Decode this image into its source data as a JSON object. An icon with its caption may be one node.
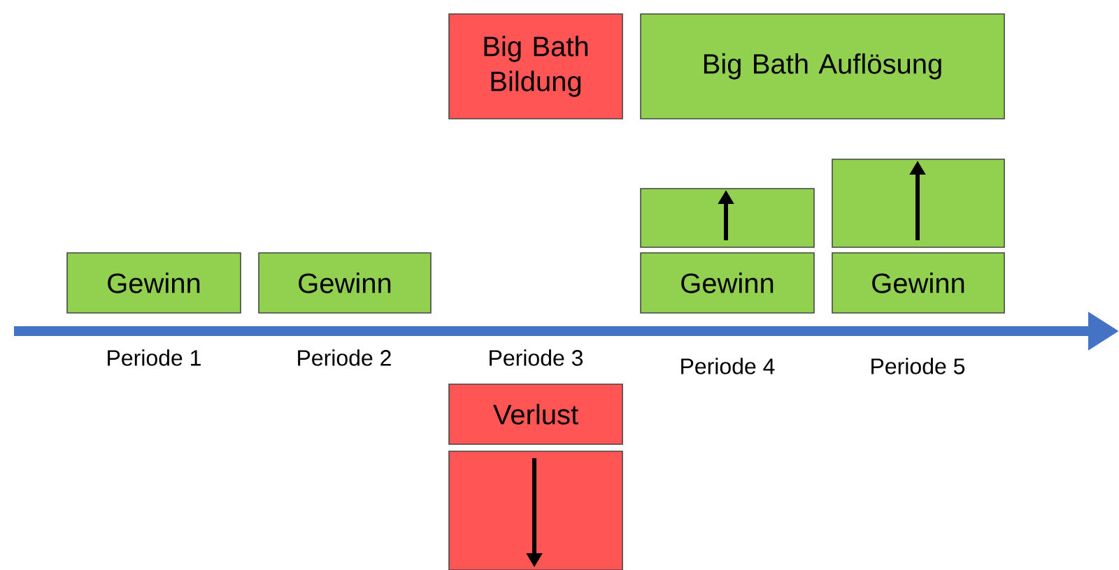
{
  "diagram": {
    "nodes": [
      {
        "text": [
          "Big Bath Bildung"
        ]
      },
      {
        "text": [
          "Big Bath Auflösung"
        ]
      },
      {
        "text": [
          "Gewinn"
        ]
      },
      {
        "text": [
          "Gewinn"
        ]
      },
      {
        "text": [],
        "shape": "box"
      },
      {
        "text": [
          "Gewinn"
        ]
      },
      {
        "text": [],
        "shape": "box"
      },
      {
        "text": [
          "Gewinn"
        ]
      },
      {
        "text": [
          "Verlust"
        ]
      },
      {
        "text": [],
        "shape": "box"
      }
    ],
    "labels": [
      "Periode 1",
      "Periode 2",
      "Periode 3",
      "Periode 4",
      "Periode 5"
    ]
  }
}
